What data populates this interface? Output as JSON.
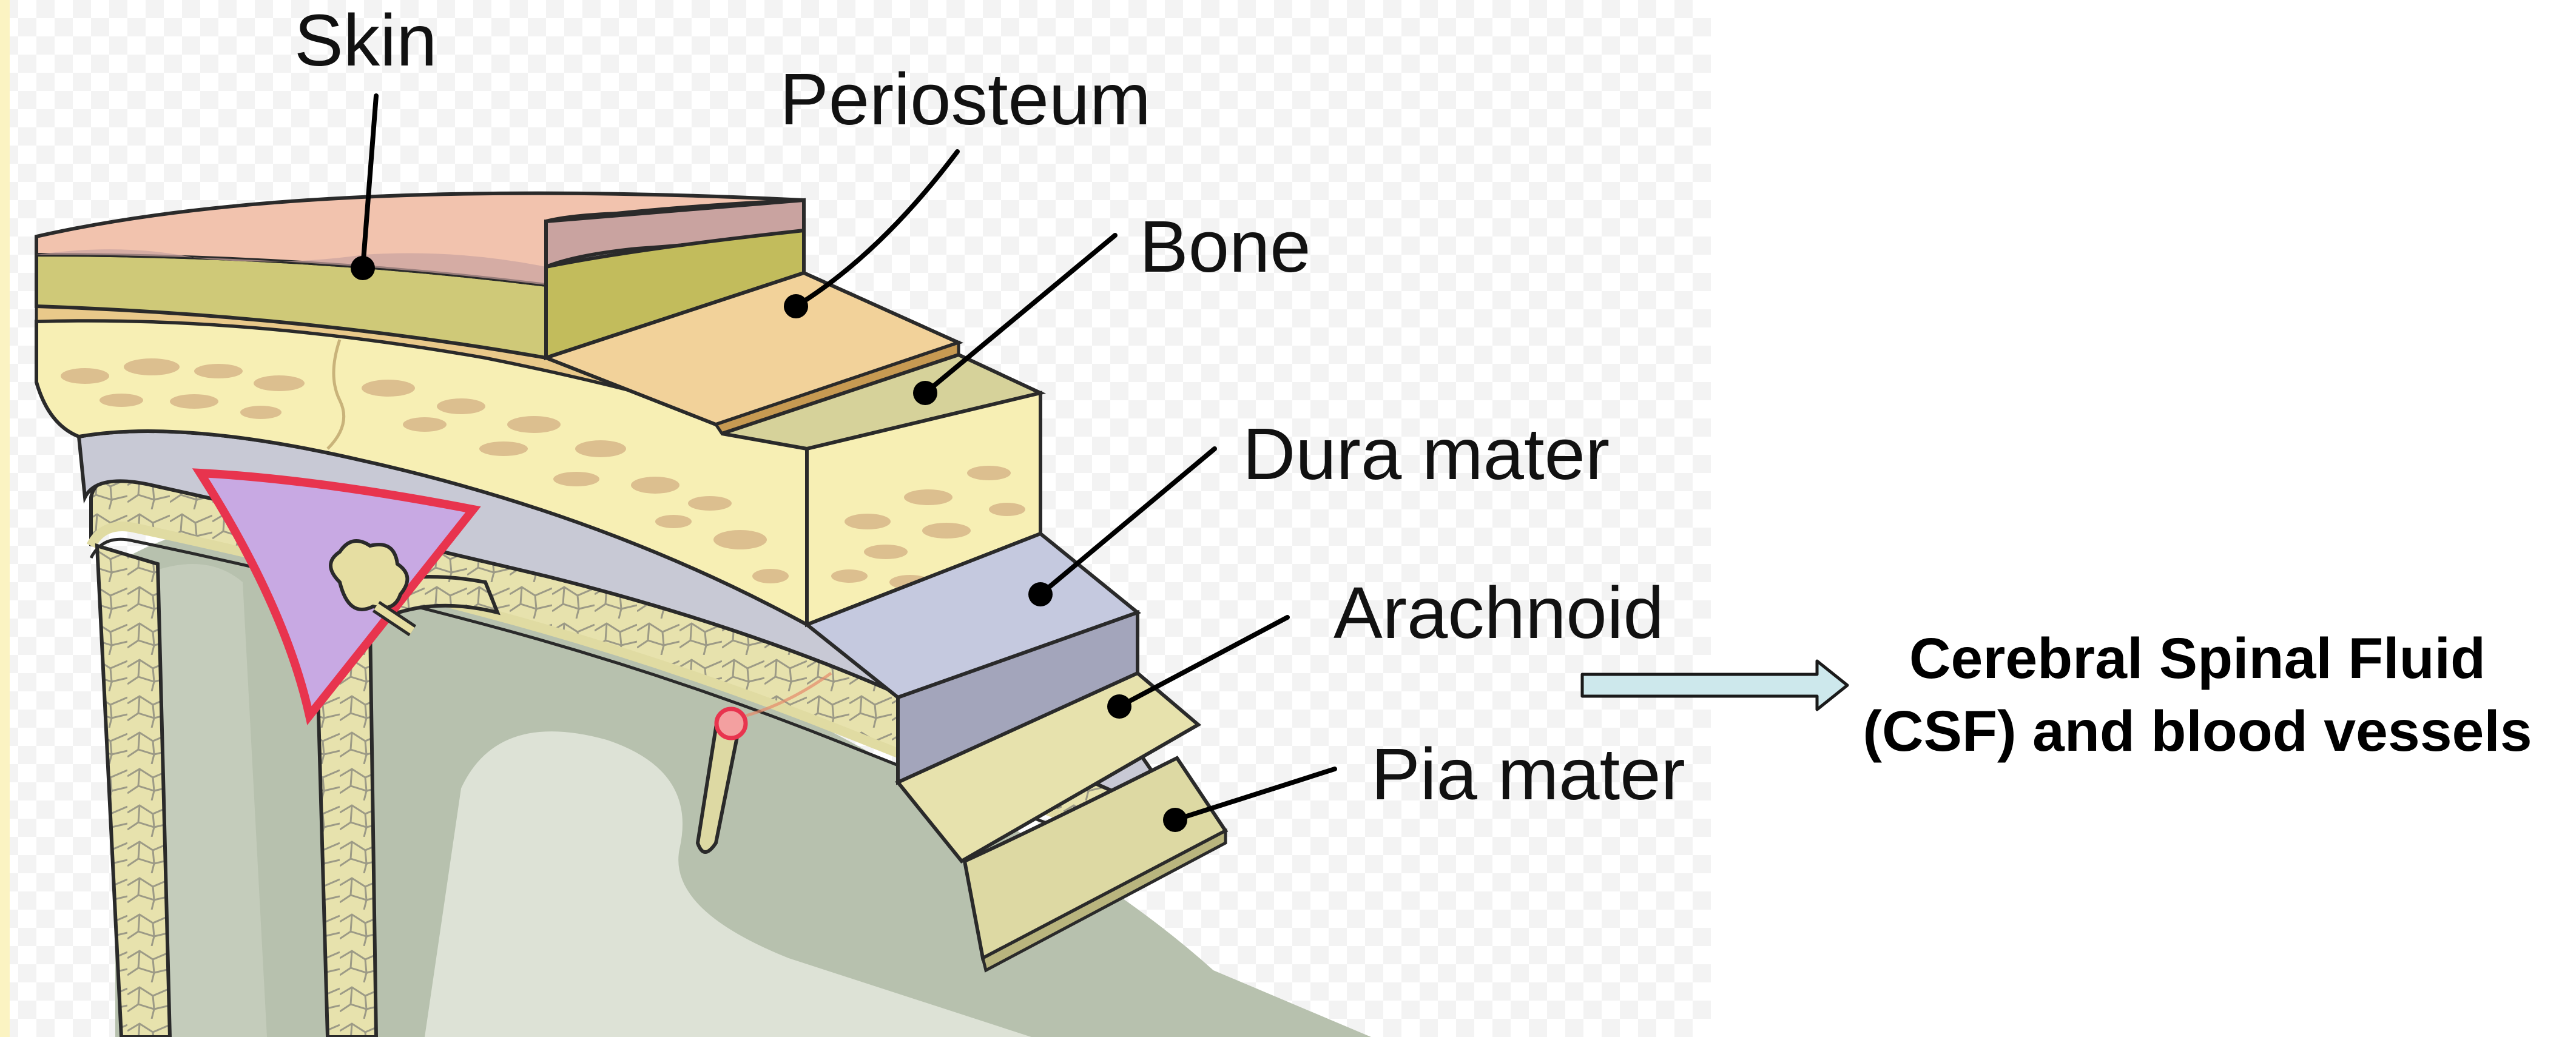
{
  "labels": {
    "skin": "Skin",
    "periosteum": "Periosteum",
    "bone": "Bone",
    "dura_mater": "Dura mater",
    "arachnoid": "Arachnoid",
    "pia_mater": "Pia mater"
  },
  "annotation": {
    "line1": "Cerebral Spinal Fluid",
    "line2": "(CSF) and blood vessels"
  },
  "colors": {
    "skin": "#f2c3ae",
    "subcutaneous": "#cfc978",
    "periosteum": "#f2d29a",
    "bone": "#f7efb4",
    "bone_spots": "#dcbf8f",
    "dura_mater": "#c5c9df",
    "arachnoid": "#e7e2ad",
    "pia_mater": "#ddd9a3",
    "sinus": "#c8a9e3",
    "sinus_border": "#e8344e",
    "brain": "#b7c1ae",
    "brain_light": "#dde2d6",
    "arrow": "#cde8ec"
  }
}
